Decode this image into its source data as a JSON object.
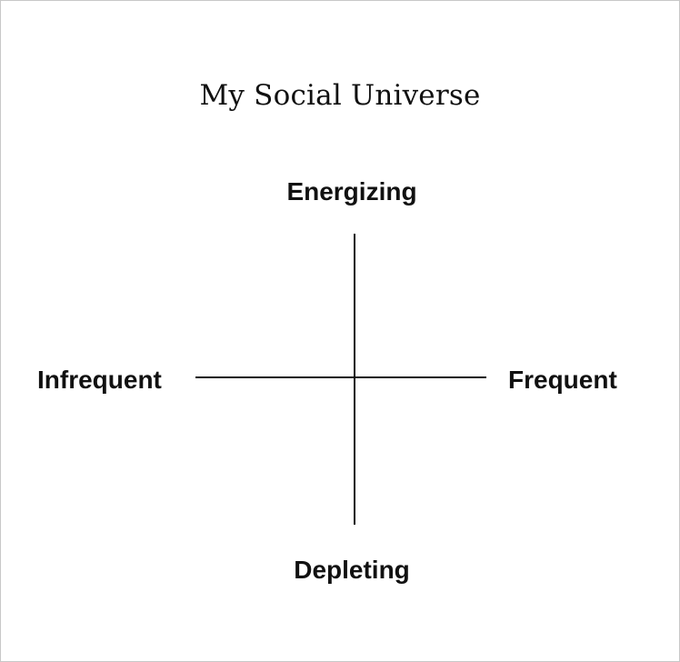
{
  "diagram": {
    "title": "My Social Universe",
    "axes": {
      "top": "Energizing",
      "bottom": "Depleting",
      "left": "Infrequent",
      "right": "Frequent"
    }
  }
}
